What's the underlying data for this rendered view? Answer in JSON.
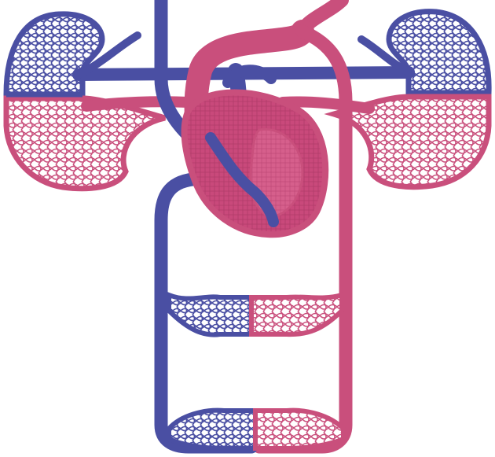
{
  "diagram": {
    "subject": "circulatory-system",
    "colors": {
      "deoxygenated": "#4a4fa3",
      "oxygenated": "#c94f7c",
      "heart_dark": "#b5406d",
      "heart_light": "#d9668e",
      "background": "#ffffff"
    },
    "components": [
      {
        "id": "heart",
        "icon": "heart-icon"
      },
      {
        "id": "lung-left",
        "icon": "lung-capillary-bed-icon"
      },
      {
        "id": "lung-right",
        "icon": "lung-capillary-bed-icon"
      },
      {
        "id": "upper-capillary-bed",
        "icon": "capillary-bed-icon"
      },
      {
        "id": "lower-capillary-bed",
        "icon": "capillary-bed-icon"
      }
    ]
  }
}
